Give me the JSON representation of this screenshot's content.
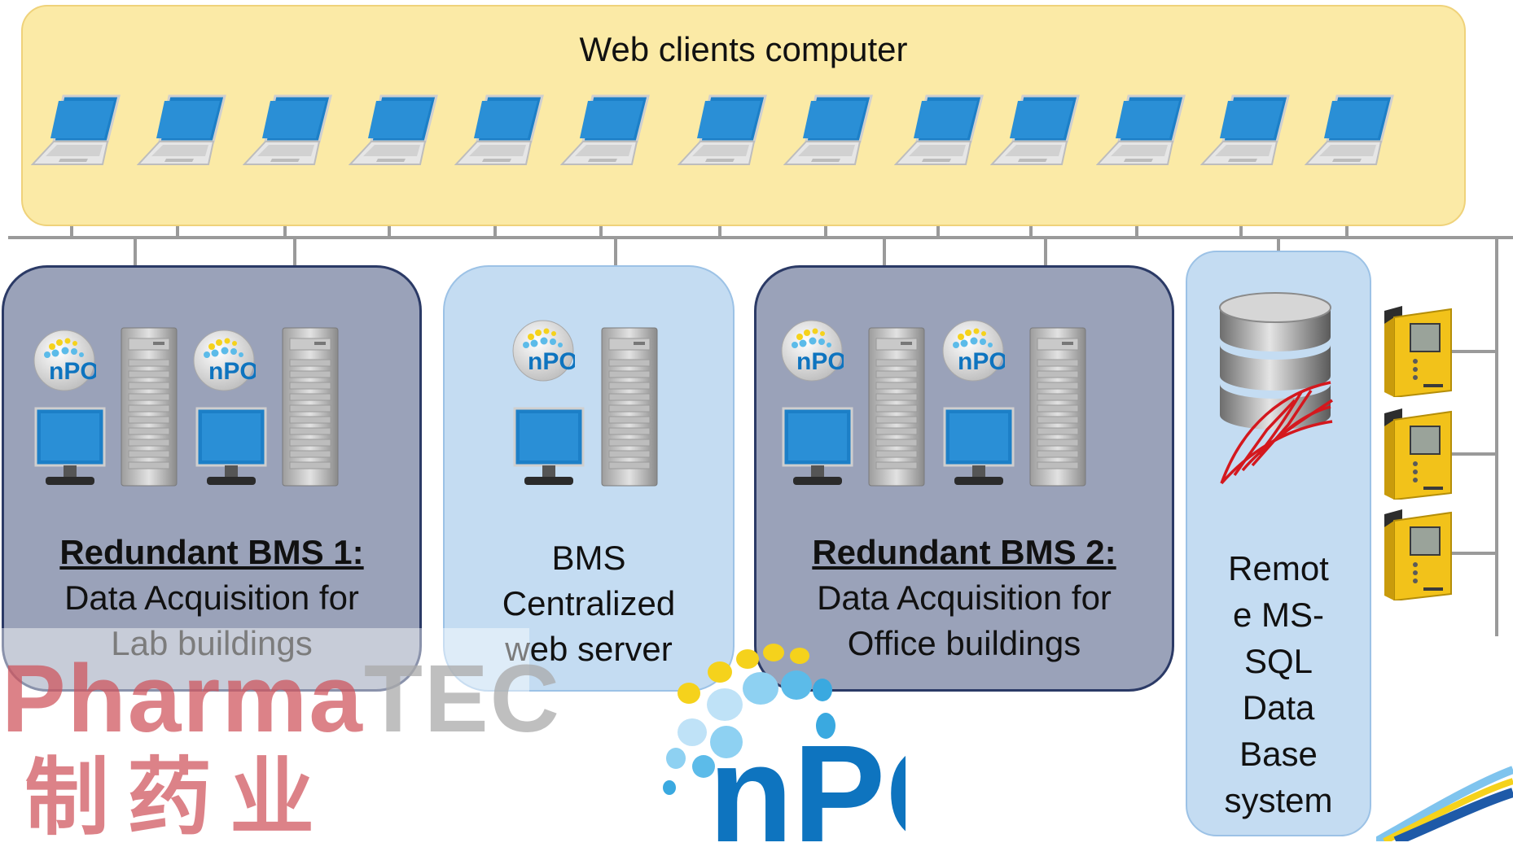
{
  "clients": {
    "title": "Web clients computer",
    "laptop_count": 13,
    "laptop_icon": "laptop-icon"
  },
  "panels": {
    "bms1": {
      "heading": "Redundant BMS 1:",
      "lines": [
        "Data Acquisition for",
        "Lab buildings"
      ]
    },
    "web_server": {
      "lines": [
        "BMS",
        "Centralized",
        "web server"
      ]
    },
    "bms2": {
      "heading": "Redundant BMS 2:",
      "lines": [
        "Data Acquisition for",
        "Office buildings"
      ]
    },
    "database": {
      "lines": [
        "Remot",
        "e MS-",
        "SQL",
        "Data",
        "Base",
        "system"
      ]
    }
  },
  "icons": {
    "server": "server-tower-icon",
    "monitor": "desktop-monitor-icon",
    "badge": "npo-logo-badge-icon",
    "database": "sql-server-database-icon",
    "field_device": "field-controller-device-icon"
  },
  "watermark": {
    "en_main": "Pharma",
    "en_tail": "TEC",
    "cn": "制药业"
  },
  "logo": {
    "text": "nPO"
  },
  "colors": {
    "clients_fill": "#fbeaa6",
    "dark_panel_fill": "#9aa2b9",
    "dark_panel_border": "#2b3a66",
    "light_panel_fill": "#c4dcf2",
    "network_line": "#9a9a9a",
    "laptop_blue": "#1c7fc7",
    "watermark_red": "#ce525a",
    "device_yellow": "#f2c21a"
  }
}
